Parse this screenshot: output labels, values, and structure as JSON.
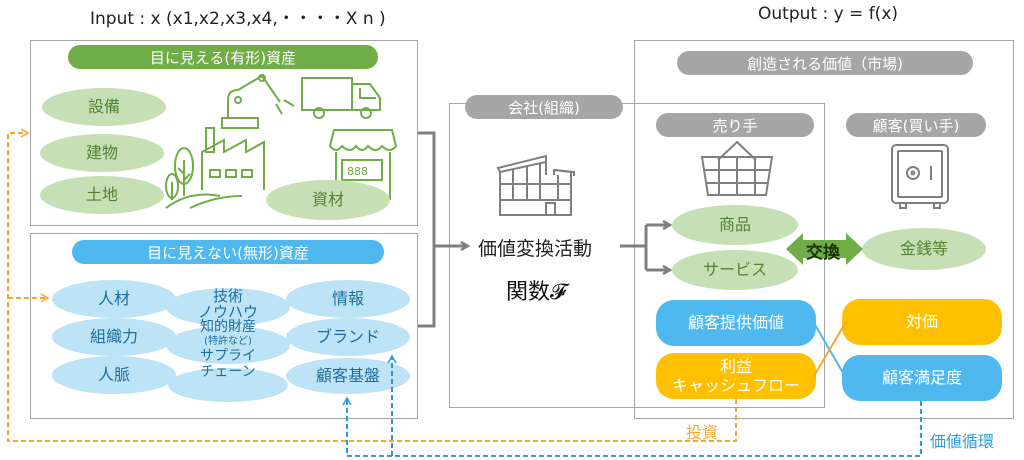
{
  "input_title": "Input : x (x1,x2,x3,x4,・・・・X n )",
  "output_title": "Output : y = f(x)",
  "tangible": {
    "header": "目に見える(有形)資産",
    "items": [
      "設備",
      "建物",
      "土地",
      "資材"
    ]
  },
  "intangible": {
    "header": "目に見えない(無形)資産",
    "items": [
      "人材",
      "組織力",
      "人脈",
      "技術",
      "ノウハウ",
      "知的財産",
      "(特許など)",
      "サプライ",
      "チェーン",
      "情報",
      "ブランド",
      "顧客基盤"
    ]
  },
  "company": {
    "header": "会社(組織)",
    "activity": "価値変換活動",
    "function": "関数𝓕"
  },
  "market": {
    "header": "創造される価値（市場)",
    "seller": {
      "header": "売り手",
      "items": [
        "商品",
        "サービス"
      ],
      "value_box": "顧客提供価値",
      "profit_box_line1": "利益",
      "profit_box_line2": "キャッシュフロー"
    },
    "exchange": "交換",
    "buyer": {
      "header": "顧客(買い手)",
      "item": "金銭等",
      "price_box": "対価",
      "satisfaction_box": "顧客満足度"
    }
  },
  "loops": {
    "investment": "投資",
    "value_cycle": "価値循環"
  },
  "colors": {
    "green_dark": "#70ad47",
    "green_light": "#c5e0b4",
    "blue_dark": "#4fb8ef",
    "blue_light": "#bde3f7",
    "orange": "#ffc000",
    "gray_pill": "#a6a6a6",
    "arrow_gray": "#7f7f7f",
    "dash_orange": "#f4a630",
    "dash_blue": "#2e9bd6"
  }
}
